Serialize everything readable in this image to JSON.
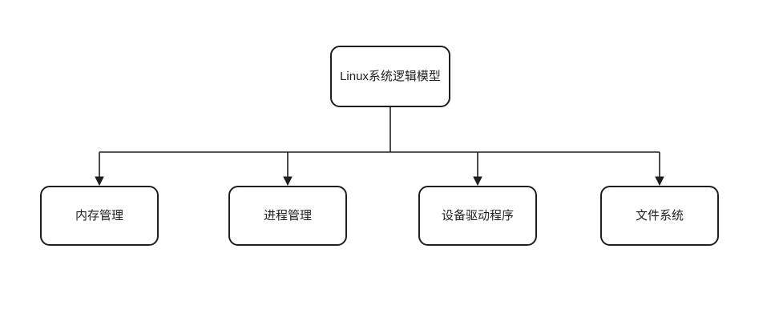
{
  "diagram": {
    "root": {
      "label": "Linux系统逻辑模型"
    },
    "children": [
      {
        "label": "内存管理"
      },
      {
        "label": "进程管理"
      },
      {
        "label": "设备驱动程序"
      },
      {
        "label": "文件系统"
      }
    ],
    "colors": {
      "background": "#ffffff",
      "node_fill": "#ffffff",
      "node_border": "#1f1f1f",
      "connector": "#1f1f1f",
      "text": "#1f1f1f"
    }
  }
}
